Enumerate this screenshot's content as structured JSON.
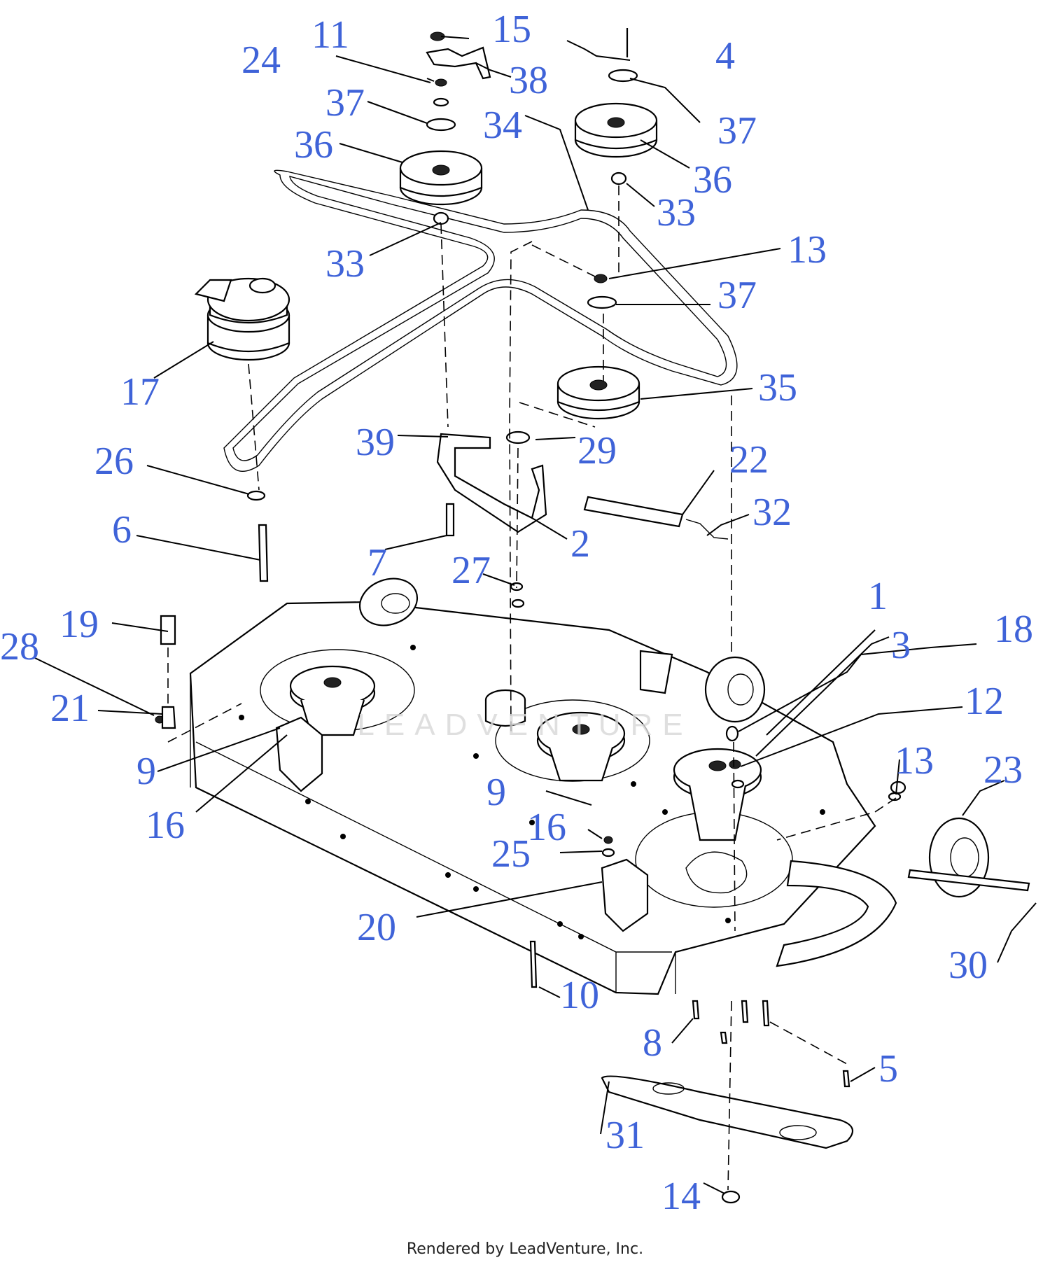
{
  "diagram": {
    "callouts": [
      {
        "id": "c11",
        "text": "11"
      },
      {
        "id": "c15",
        "text": "15"
      },
      {
        "id": "c4",
        "text": "4"
      },
      {
        "id": "c24",
        "text": "24"
      },
      {
        "id": "c38",
        "text": "38"
      },
      {
        "id": "c37a",
        "text": "37"
      },
      {
        "id": "c34",
        "text": "34"
      },
      {
        "id": "c37b",
        "text": "37"
      },
      {
        "id": "c36a",
        "text": "36"
      },
      {
        "id": "c36b",
        "text": "36"
      },
      {
        "id": "c33a",
        "text": "33"
      },
      {
        "id": "c33b",
        "text": "33"
      },
      {
        "id": "c13a",
        "text": "13"
      },
      {
        "id": "c37c",
        "text": "37"
      },
      {
        "id": "c17",
        "text": "17"
      },
      {
        "id": "c35",
        "text": "35"
      },
      {
        "id": "c39",
        "text": "39"
      },
      {
        "id": "c29",
        "text": "29"
      },
      {
        "id": "c26",
        "text": "26"
      },
      {
        "id": "c22",
        "text": "22"
      },
      {
        "id": "c32",
        "text": "32"
      },
      {
        "id": "c6",
        "text": "6"
      },
      {
        "id": "c2",
        "text": "2"
      },
      {
        "id": "c7",
        "text": "7"
      },
      {
        "id": "c27",
        "text": "27"
      },
      {
        "id": "c1",
        "text": "1"
      },
      {
        "id": "c19",
        "text": "19"
      },
      {
        "id": "c3",
        "text": "3"
      },
      {
        "id": "c18",
        "text": "18"
      },
      {
        "id": "c28",
        "text": "28"
      },
      {
        "id": "c21",
        "text": "21"
      },
      {
        "id": "c12",
        "text": "12"
      },
      {
        "id": "c9a",
        "text": "9"
      },
      {
        "id": "c13b",
        "text": "13"
      },
      {
        "id": "c23",
        "text": "23"
      },
      {
        "id": "c9b",
        "text": "9"
      },
      {
        "id": "c16a",
        "text": "16"
      },
      {
        "id": "c16b",
        "text": "16"
      },
      {
        "id": "c25",
        "text": "25"
      },
      {
        "id": "c20",
        "text": "20"
      },
      {
        "id": "c30",
        "text": "30"
      },
      {
        "id": "c10",
        "text": "10"
      },
      {
        "id": "c8",
        "text": "8"
      },
      {
        "id": "c5",
        "text": "5"
      },
      {
        "id": "c31",
        "text": "31"
      },
      {
        "id": "c14",
        "text": "14"
      }
    ],
    "watermark": "LEADVENTURE",
    "footer": "Rendered by LeadVenture, Inc."
  }
}
